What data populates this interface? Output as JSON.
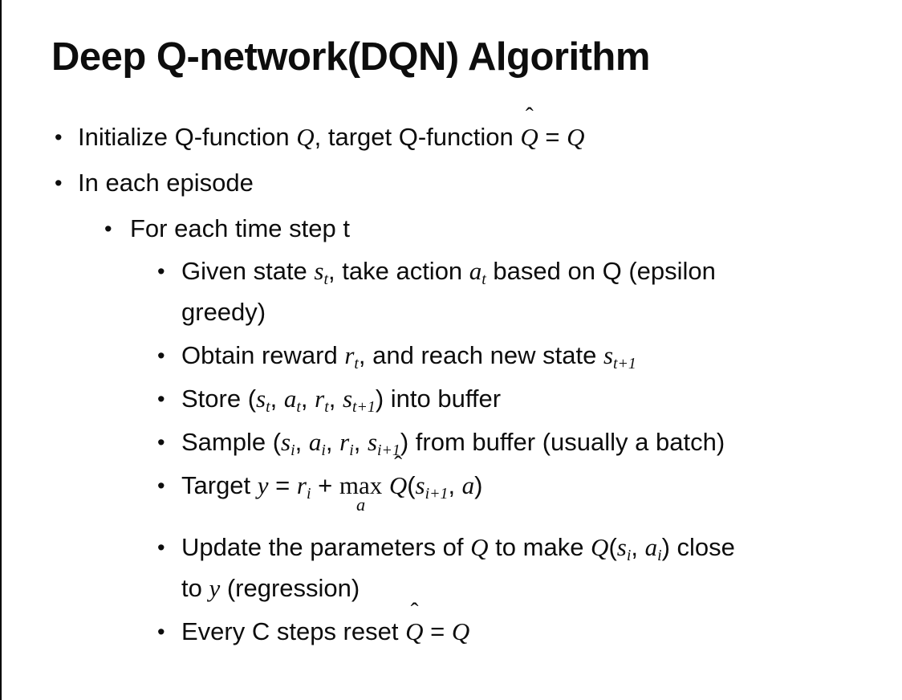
{
  "slide": {
    "title": "Deep Q-network(DQN) Algorithm",
    "bullet_glyph": "•",
    "bullets": [
      {
        "level": 1,
        "segments": [
          {
            "k": "t",
            "x": "Initialize Q-function "
          },
          {
            "k": "v",
            "x": "Q"
          },
          {
            "k": "t",
            "x": ", target Q-function "
          },
          {
            "k": "qhat",
            "x": "Q"
          },
          {
            "k": "t",
            "x": " = "
          },
          {
            "k": "v",
            "x": "Q"
          }
        ]
      },
      {
        "level": 1,
        "segments": [
          {
            "k": "t",
            "x": "In each episode"
          }
        ]
      },
      {
        "level": 2,
        "segments": [
          {
            "k": "t",
            "x": "For each time step t"
          }
        ]
      },
      {
        "level": 3,
        "segments": [
          {
            "k": "t",
            "x": "Given state "
          },
          {
            "k": "vs",
            "x": "s",
            "s": "t"
          },
          {
            "k": "t",
            "x": ", take action "
          },
          {
            "k": "vs",
            "x": "a",
            "s": "t"
          },
          {
            "k": "t",
            "x": " based on Q (epsilon"
          },
          {
            "k": "br"
          },
          {
            "k": "t",
            "x": "greedy)"
          }
        ]
      },
      {
        "level": 3,
        "segments": [
          {
            "k": "t",
            "x": "Obtain reward "
          },
          {
            "k": "vs",
            "x": "r",
            "s": "t"
          },
          {
            "k": "t",
            "x": ", and reach new state "
          },
          {
            "k": "vs",
            "x": "s",
            "s": "t+1"
          }
        ]
      },
      {
        "level": 3,
        "segments": [
          {
            "k": "t",
            "x": "Store ("
          },
          {
            "k": "vs",
            "x": "s",
            "s": "t"
          },
          {
            "k": "t",
            "x": ", "
          },
          {
            "k": "vs",
            "x": "a",
            "s": "t"
          },
          {
            "k": "t",
            "x": ", "
          },
          {
            "k": "vs",
            "x": "r",
            "s": "t"
          },
          {
            "k": "t",
            "x": ", "
          },
          {
            "k": "vs",
            "x": "s",
            "s": "t+1"
          },
          {
            "k": "t",
            "x": ") into buffer"
          }
        ]
      },
      {
        "level": 3,
        "segments": [
          {
            "k": "t",
            "x": "Sample ("
          },
          {
            "k": "vs",
            "x": "s",
            "s": "i"
          },
          {
            "k": "t",
            "x": ", "
          },
          {
            "k": "vs",
            "x": "a",
            "s": "i"
          },
          {
            "k": "t",
            "x": ", "
          },
          {
            "k": "vs",
            "x": "r",
            "s": "i"
          },
          {
            "k": "t",
            "x": ", "
          },
          {
            "k": "vs",
            "x": "s",
            "s": "i+1"
          },
          {
            "k": "t",
            "x": ") from buffer (usually a batch)"
          }
        ]
      },
      {
        "level": 3,
        "segments": [
          {
            "k": "t",
            "x": "Target "
          },
          {
            "k": "v",
            "x": "y"
          },
          {
            "k": "t",
            "x": " = "
          },
          {
            "k": "vs",
            "x": "r",
            "s": "i"
          },
          {
            "k": "t",
            "x": " + "
          },
          {
            "k": "maxu",
            "x": "max",
            "s": "a"
          },
          {
            "k": "t",
            "x": " "
          },
          {
            "k": "qhat",
            "x": "Q"
          },
          {
            "k": "t",
            "x": "("
          },
          {
            "k": "vs",
            "x": "s",
            "s": "i+1"
          },
          {
            "k": "t",
            "x": ", "
          },
          {
            "k": "v",
            "x": "a"
          },
          {
            "k": "t",
            "x": ")"
          }
        ]
      },
      {
        "level": 3,
        "segments": [
          {
            "k": "t",
            "x": "Update the parameters of "
          },
          {
            "k": "v",
            "x": "Q"
          },
          {
            "k": "t",
            "x": " to make "
          },
          {
            "k": "v",
            "x": "Q"
          },
          {
            "k": "t",
            "x": "("
          },
          {
            "k": "vs",
            "x": "s",
            "s": "i"
          },
          {
            "k": "t",
            "x": ", "
          },
          {
            "k": "vs",
            "x": "a",
            "s": "i"
          },
          {
            "k": "t",
            "x": ") close"
          },
          {
            "k": "br"
          },
          {
            "k": "t",
            "x": "to "
          },
          {
            "k": "v",
            "x": "y"
          },
          {
            "k": "t",
            "x": " (regression)"
          }
        ]
      },
      {
        "level": 3,
        "segments": [
          {
            "k": "t",
            "x": "Every C steps reset "
          },
          {
            "k": "qhat",
            "x": "Q"
          },
          {
            "k": "t",
            "x": " = "
          },
          {
            "k": "v",
            "x": "Q"
          }
        ]
      }
    ]
  },
  "colors": {
    "background": "#ffffff",
    "text": "#0d0d0d",
    "left_border": "#000000"
  }
}
